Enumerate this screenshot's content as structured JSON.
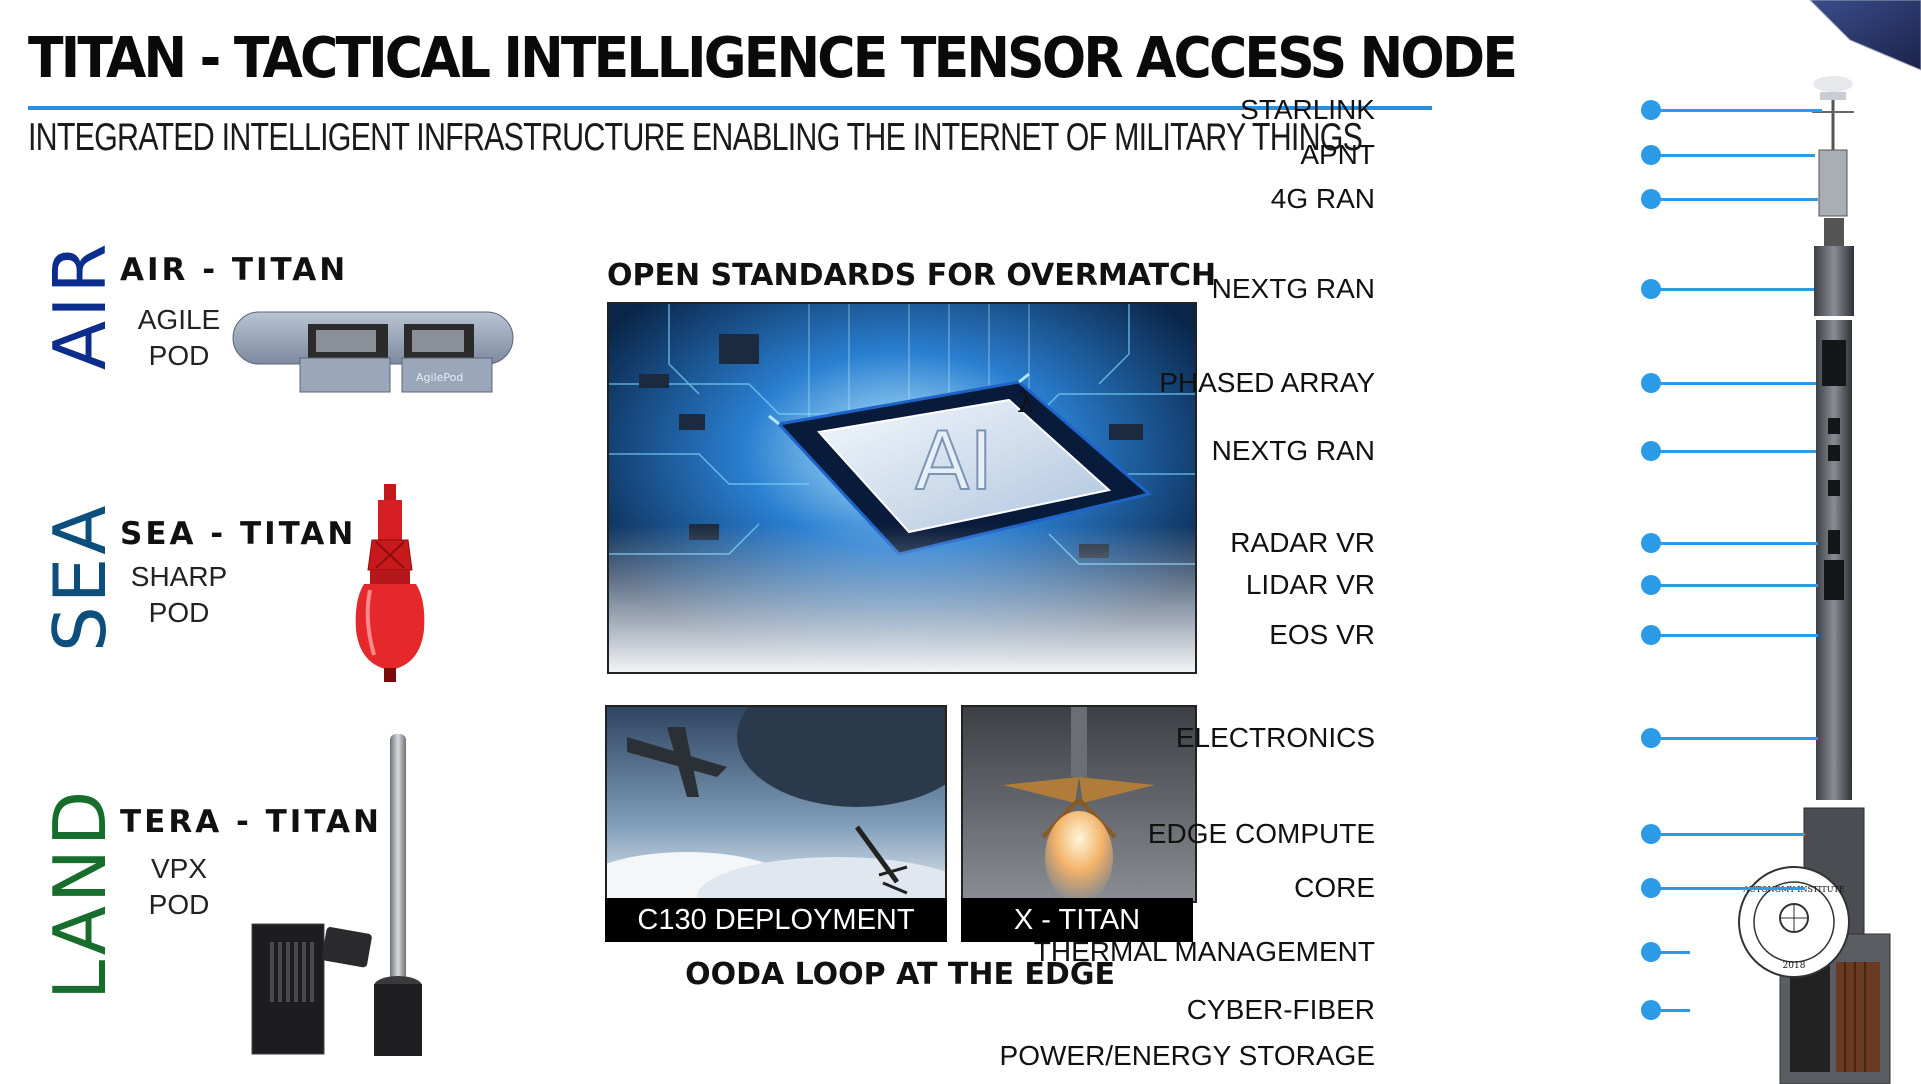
{
  "header": {
    "title": "TITAN - TACTICAL INTELLIGENCE TENSOR ACCESS NODE",
    "subtitle": "INTEGRATED INTELLIGENT INFRASTRUCTURE ENABLING THE INTERNET OF MILITARY THINGS"
  },
  "domains": {
    "air": {
      "word": "AIR",
      "title": "AIR - TITAN",
      "pod_line1": "AGILE",
      "pod_line2": "POD",
      "pod_brand": "AgilePod",
      "color": "#0d2d8c"
    },
    "sea": {
      "word": "SEA",
      "title": "SEA - TITAN",
      "pod_line1": "SHARP",
      "pod_line2": "POD",
      "color": "#0d4f7c"
    },
    "land": {
      "word": "LAND",
      "title": "TERA - TITAN",
      "pod_line1": "VPX",
      "pod_line2": "POD",
      "color": "#176e2c"
    }
  },
  "center": {
    "top_heading": "OPEN STANDARDS FOR OVERMATCH",
    "chip_text": "AI",
    "lambda": "λ",
    "photo1_caption": "C130 DEPLOYMENT",
    "photo2_caption": "X - TITAN",
    "bottom_heading": "OODA LOOP AT THE EDGE"
  },
  "tower_labels": [
    "STARLINK",
    "APNT",
    "4G RAN",
    "NEXTG RAN",
    "PHASED ARRAY",
    "NEXTG RAN",
    "RADAR VR",
    "LIDAR VR",
    "EOS VR",
    "ELECTRONICS",
    "EDGE COMPUTE",
    "CORE",
    "THERMAL MANAGEMENT",
    "CYBER-FIBER",
    "POWER/ENERGY STORAGE"
  ],
  "seal": {
    "top_text": "AUTONOMY INSTITUTE",
    "year": "2018"
  },
  "colors": {
    "accent": "#2b9be8",
    "title_rule": "#2b8fe0",
    "air": "#0d2d8c",
    "sea": "#0d4f7c",
    "land": "#176e2c"
  }
}
